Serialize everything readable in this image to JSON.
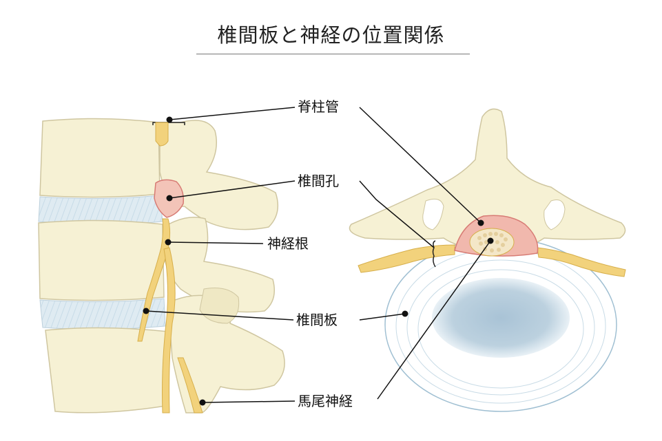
{
  "title": "椎間板と神経の位置関係",
  "labels": {
    "spinal_canal": "脊柱管",
    "intervertebral_foramen": "椎間孔",
    "nerve_root": "神経根",
    "intervertebral_disc": "椎間板",
    "cauda_equina": "馬尾神経"
  },
  "colors": {
    "bone": "#f6f1d4",
    "bone_outline": "#cfc6a0",
    "nerve": "#f2d27c",
    "nerve_outline": "#d6ae4a",
    "disc": "#dce9f1",
    "disc_nucleus": "#b9cfdd",
    "canal_pink": "#f1b8ad",
    "line": "#111111"
  }
}
